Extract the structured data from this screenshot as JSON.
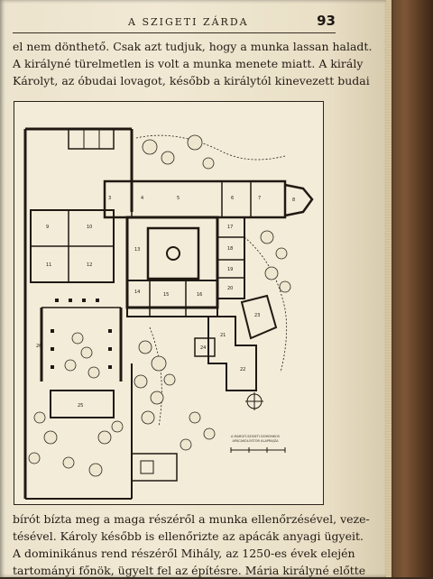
{
  "header": {
    "running_title": "A SZIGETI ZÁRDA",
    "page_number": "93"
  },
  "text_top": {
    "lines": [
      "el nem dönthető. Csak azt tudjuk, hogy a munka lassan haladt.",
      "A királyné türelmetlen is volt a munka menete miatt. A király",
      "Károlyt, az óbudai lovagot, később a királytól kinevezett budai"
    ]
  },
  "figure": {
    "room_labels": [
      "3",
      "4",
      "5",
      "6",
      "7",
      "8",
      "9",
      "10",
      "11",
      "12",
      "13",
      "14",
      "15",
      "16",
      "17",
      "18",
      "19",
      "20",
      "21",
      "22",
      "23",
      "24",
      "25",
      "26"
    ],
    "scale_caption": "A MARGIT-SZIGETI DOMONKOS APÁCAKOLOSTOR ALAPRAJZA"
  },
  "text_bottom": {
    "lines": [
      "bírót bízta meg a maga részéről a munka ellenőrzésével, veze-",
      "tésével. Károly később is ellenőrizte az apácák anyagi ügyeit.",
      "A dominikánus rend részéről Mihály, az 1250-es évek elején",
      "tartományi főnök, ügyelt fel az építésre. Mária királyné előtte"
    ]
  }
}
